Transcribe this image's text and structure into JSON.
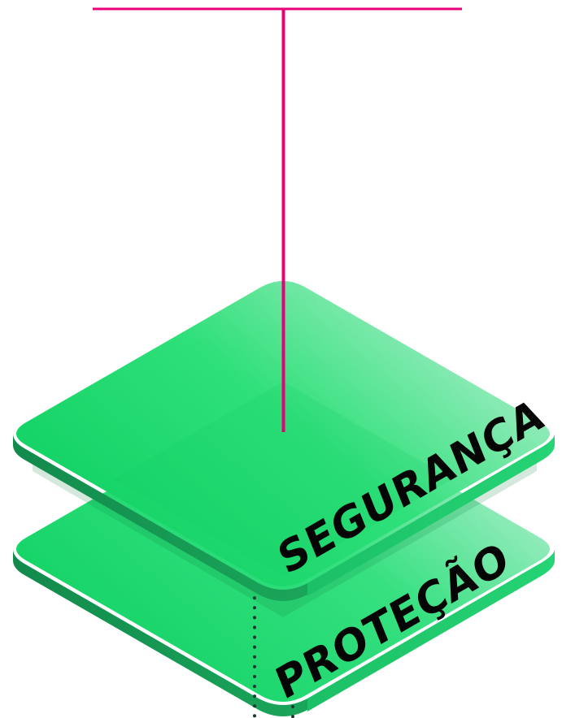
{
  "layers": [
    {
      "label": "SEGURANÇA"
    },
    {
      "label": "PROTEÇÃO"
    }
  ],
  "colors": {
    "connector": "#e8007a",
    "plate_top_light": "#a9ecc6",
    "plate_top_main": "#2fe07a",
    "plate_top_dark": "#18d36a",
    "plate_edge": "#15a659",
    "plate_edge_dark": "#0f8a4a",
    "dotted_line": "#1d3b33",
    "label_text": "#050505"
  },
  "icons": {
    "connector": "t-connector-line",
    "dotted": "dotted-guide-line"
  }
}
